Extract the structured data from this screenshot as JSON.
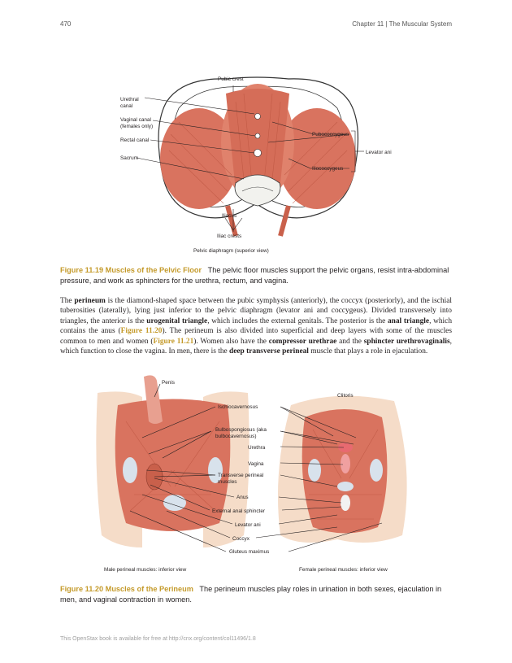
{
  "header": {
    "page_number": "470",
    "chapter": "Chapter 11 | The Muscular System"
  },
  "figure1": {
    "labels": {
      "pubic_crest": "Pubic crest",
      "urethral_canal_1": "Urethral",
      "urethral_canal_2": "canal",
      "vaginal_canal_1": "Vaginal canal",
      "vaginal_canal_2": "(females only)",
      "rectal_canal": "Rectal canal",
      "sacrum": "Sacrum",
      "pubococcygeus": "Pubococcygeus",
      "levator_ani": "Levator ani",
      "iliococcygeus": "Iliococcygeus",
      "iliacus": "Iliacus",
      "iliac_crests": "Iliac crests"
    },
    "subtitle": "Pelvic diaphragm (superior view)",
    "caption_number": "Figure 11.19 Muscles of the Pelvic Floor",
    "caption_text": "The pelvic floor muscles support the pelvic organs, resist intra-abdominal pressure, and work as sphincters for the urethra, rectum, and vagina."
  },
  "paragraph": {
    "s1": "The ",
    "b1": "perineum",
    "s2": " is the diamond-shaped space between the pubic symphysis (anteriorly), the coccyx (posteriorly), and the ischial tuberosities (laterally), lying just inferior to the pelvic diaphragm (levator ani and coccygeus). Divided transversely into triangles, the anterior is the ",
    "b2": "urogenital triangle",
    "s3": ", which includes the external genitals. The posterior is the ",
    "b3": "anal triangle",
    "s4": ", which contains the anus (",
    "r1": "Figure 11.20",
    "s5": "). The perineum is also divided into superficial and deep layers with some of the muscles common to men and women (",
    "r2": "Figure 11.21",
    "s6": "). Women also have the ",
    "b4": "compressor urethrae",
    "s7": " and the ",
    "b5": "sphincter urethrovaginalis",
    "s8": ", which function to close the vagina. In men, there is the ",
    "b6": "deep transverse perineal",
    "s9": " muscle that plays a role in ejaculation."
  },
  "figure2": {
    "labels": {
      "penis": "Penis",
      "clitoris": "Clitoris",
      "ischiocavernosus": "Ischiocavernosus",
      "bulbospongiosus_1": "Bulbospongiosus (aka",
      "bulbospongiosus_2": "bulbocavernosus)",
      "urethra": "Urethra",
      "vagina": "Vagina",
      "transverse_1": "Transverse perineal",
      "transverse_2": "muscles",
      "anus": "Anus",
      "external_anal_sphincter": "External anal sphincter",
      "levator_ani": "Levator ani",
      "coccyx": "Coccyx",
      "gluteus_maximus": "Gluteus maximus"
    },
    "male_caption": "Male perineal muscles: inferior view",
    "female_caption": "Female perineal muscles: inferior view",
    "caption_number": "Figure 11.20 Muscles of the Perineum",
    "caption_text": "The perineum muscles play roles in urination in both sexes, ejaculation in men, and vaginal contraction in women."
  },
  "footer": {
    "text": "This OpenStax book is available for free at http://cnx.org/content/col11496/1.8"
  }
}
